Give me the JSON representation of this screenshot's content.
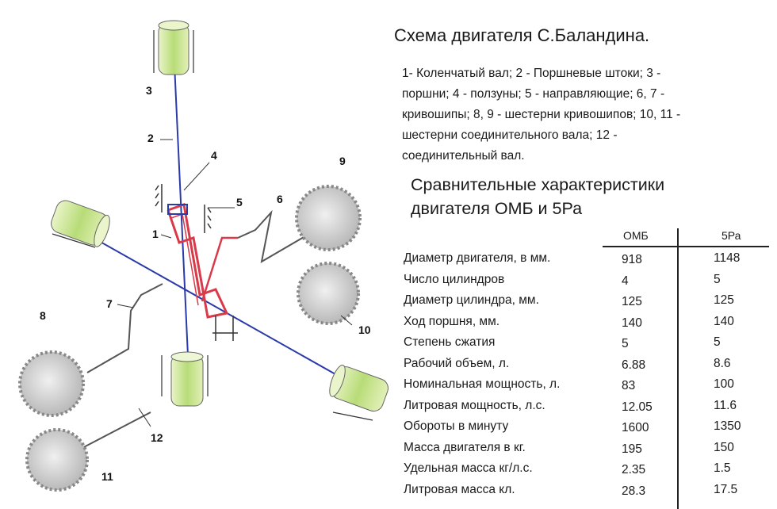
{
  "title": "Схема двигателя С.Баландина.",
  "legend_lines": [
    "1- Коленчатый вал; 2 - Поршневые штоки;  3 -",
    "поршни;  4 -  ползуны;  5 -  направляющие;  6, 7 -",
    "кривошипы;  8, 9  - шестерни кривошипов;  10, 11 -",
    "шестерни соединительного вала;  12 -",
    "соединительный вал."
  ],
  "subtitle_lines": [
    "Сравнительные характеристики",
    "двигателя ОМБ и 5Ра"
  ],
  "table": {
    "columns": [
      "ОМБ",
      "5Ра"
    ],
    "rows": [
      {
        "name": "Диаметр двигателя, в мм.",
        "omb": "918",
        "ra": "1148"
      },
      {
        "name": "Число цилиндров",
        "omb": "4",
        "ra": "5"
      },
      {
        "name": "Диаметр цилиндра, мм.",
        "omb": "125",
        "ra": "125"
      },
      {
        "name": "Ход поршня, мм.",
        "omb": "140",
        "ra": "140"
      },
      {
        "name": "Степень сжатия",
        "omb": "5",
        "ra": "5"
      },
      {
        "name": "Рабочий объем, л.",
        "omb": "6.88",
        "ra": "8.6"
      },
      {
        "name": "Номинальная мощность, л.",
        "omb": "83",
        "ra": "100"
      },
      {
        "name": "Литровая мощность, л.с.",
        "omb": "12.05",
        "ra": "11.6"
      },
      {
        "name": "Обороты в минуту",
        "omb": "1600",
        "ra": "1350"
      },
      {
        "name": "Масса двигателя в кг.",
        "omb": "195",
        "ra": "150"
      },
      {
        "name": "Удельная масса кг/л.с.",
        "omb": "2.35",
        "ra": "1.5"
      },
      {
        "name": "Литровая масса кл.",
        "omb": "28.3",
        "ra": "17.5"
      }
    ]
  },
  "diagram_labels": {
    "n1": "1",
    "n2": "2",
    "n3": "3",
    "n4": "4",
    "n5": "5",
    "n6": "6",
    "n7": "7",
    "n8": "8",
    "n9": "9",
    "n10": "10",
    "n11": "11",
    "n12": "12"
  },
  "colors": {
    "shaft": "#2a3aa8",
    "crank": "#d83a4a",
    "piston": "#cfe89a",
    "gear": "#d8d8d8",
    "arm": "#555555"
  }
}
